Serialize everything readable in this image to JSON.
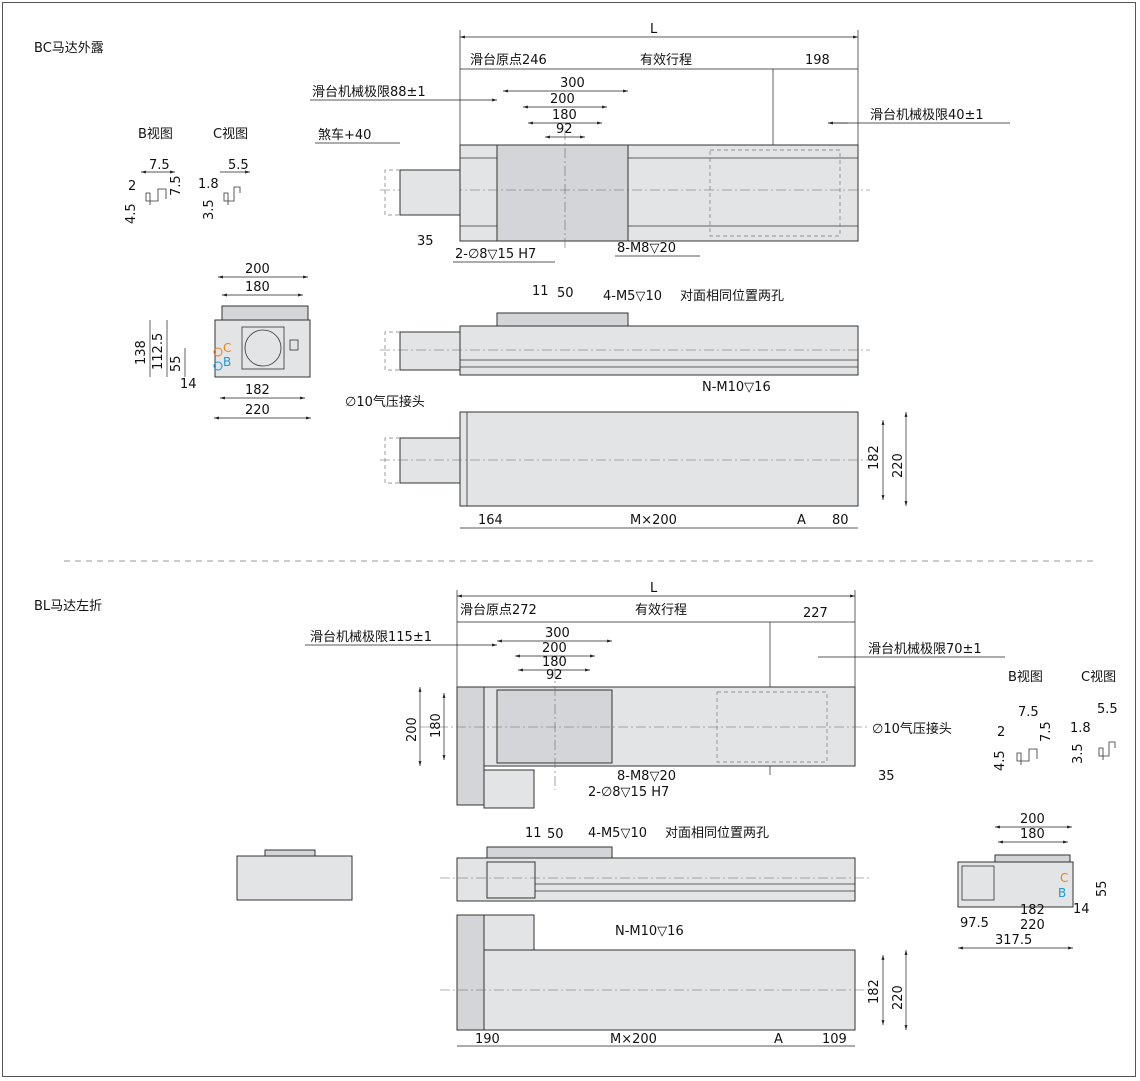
{
  "colors": {
    "accent_c": "#e8821e",
    "accent_b": "#1a9ad6"
  },
  "top": {
    "section_title": "BC马达外露",
    "views": {
      "b_view": "B视图",
      "c_view": "C视图"
    },
    "b_dims": {
      "d1": "7.5",
      "d2": "2",
      "d3": "7.5",
      "d4": "4.5"
    },
    "c_dims": {
      "d1": "5.5",
      "d2": "1.8",
      "d3": "3.5"
    },
    "L": "L",
    "origin": "滑台原点246",
    "stroke": "有效行程",
    "end": "198",
    "mech_limit_left": "滑台机械极限88±1",
    "mech_limit_right": "滑台机械极限40±1",
    "brake": "煞车+40",
    "w300": "300",
    "w200": "200",
    "w180": "180",
    "w92": "92",
    "d35": "35",
    "pin_holes": "2-∅8▽15 H7",
    "screw_holes": "8-M8▽20",
    "front": {
      "w200": "200",
      "w180": "180",
      "h138": "138",
      "h112": "112.5",
      "h55": "55",
      "d14": "14",
      "w182": "182",
      "w220": "220",
      "c": "C",
      "b": "B"
    },
    "side": {
      "d11": "11",
      "d50": "50",
      "holes": "4-M5▽10",
      "note": "对面相同位置两孔"
    },
    "bottom": {
      "air": "∅10气压接头",
      "nm": "N-M10▽16",
      "h182": "182",
      "h220": "220",
      "d164": "164",
      "mx200": "M×200",
      "a": "A",
      "d80": "80"
    }
  },
  "bottom_section": {
    "section_title": "BL马达左折",
    "views": {
      "b_view": "B视图",
      "c_view": "C视图"
    },
    "b_dims": {
      "d1": "7.5",
      "d2": "2",
      "d3": "7.5",
      "d4": "4.5"
    },
    "c_dims": {
      "d1": "5.5",
      "d2": "1.8",
      "d3": "3.5"
    },
    "L": "L",
    "origin": "滑台原点272",
    "stroke": "有效行程",
    "end": "227",
    "mech_limit_left": "滑台机械极限115±1",
    "mech_limit_right": "滑台机械极限70±1",
    "w300": "300",
    "w200": "200",
    "w180": "180",
    "w92": "92",
    "h200": "200",
    "h180": "180",
    "air": "∅10气压接头",
    "d35": "35",
    "screw_holes": "8-M8▽20",
    "pin_holes": "2-∅8▽15 H7",
    "side": {
      "d11": "11",
      "d50": "50",
      "holes": "4-M5▽10",
      "note": "对面相同位置两孔"
    },
    "bottom": {
      "nm": "N-M10▽16",
      "h182": "182",
      "h220": "220",
      "d190": "190",
      "mx200": "M×200",
      "a": "A",
      "d109": "109"
    },
    "front": {
      "w200": "200",
      "w180": "180",
      "h55": "55",
      "d14": "14",
      "w182": "182",
      "w220": "220",
      "d97": "97.5",
      "d317": "317.5",
      "c": "C",
      "b": "B"
    }
  }
}
